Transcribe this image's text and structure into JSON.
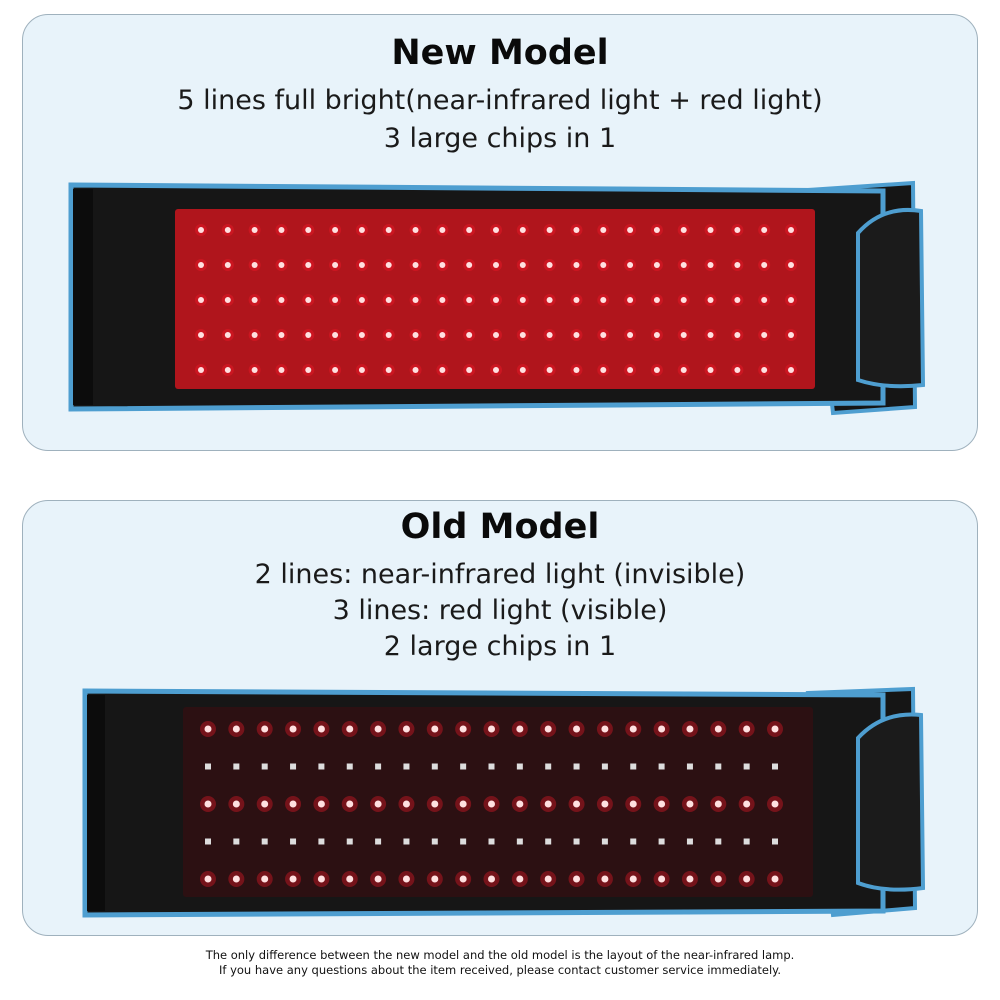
{
  "new_model": {
    "title": "New Model",
    "line1": "5 lines full bright(near-infrared light + red light)",
    "line2": "3 large chips in 1",
    "led_rows": 5,
    "led_cols": 23,
    "row_types": [
      "red",
      "red",
      "red",
      "red",
      "red"
    ]
  },
  "old_model": {
    "title": "Old Model",
    "line1": "2 lines: near-infrared light (invisible)",
    "line2": "3 lines: red light (visible)",
    "line3": "2 large chips in 1",
    "led_rows": 5,
    "led_cols": 21,
    "row_types": [
      "red",
      "nir",
      "red",
      "nir",
      "red"
    ]
  },
  "footer": {
    "line1": "The only difference between the new model and the old model is the layout of the near-infrared lamp.",
    "line2": "If you have any questions about the item received, please contact customer service immediately."
  },
  "colors": {
    "panel_bg": "#e8f3fa",
    "belt_black": "#151515",
    "belt_trim": "#4e9ed0",
    "led_red": "#ff1a2a",
    "led_panel_new": "#b0151c",
    "led_panel_old": "#2c1012",
    "nir_chip": "#dddddd"
  }
}
